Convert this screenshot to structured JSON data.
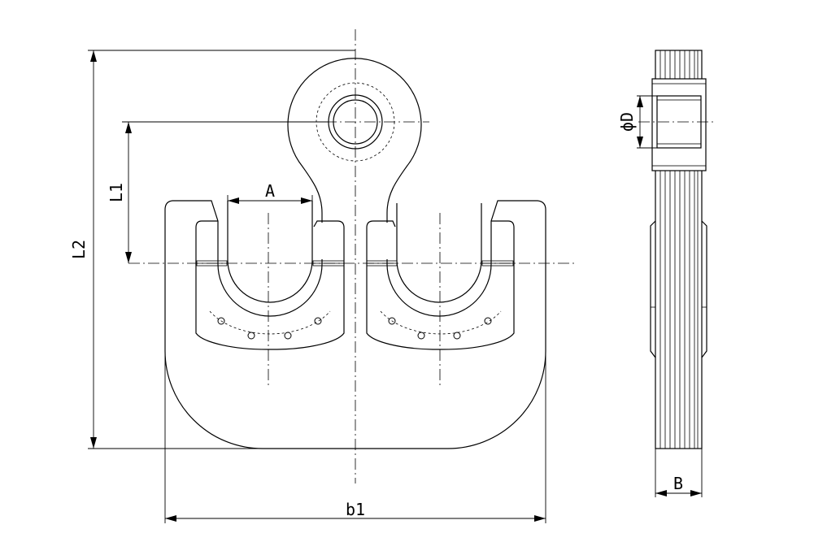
{
  "labels": {
    "dim_a": "A",
    "dim_b": "B",
    "dim_b1": "b1",
    "dim_l1": "L1",
    "dim_l2": "L2",
    "dim_phi_d": "ϕD"
  }
}
